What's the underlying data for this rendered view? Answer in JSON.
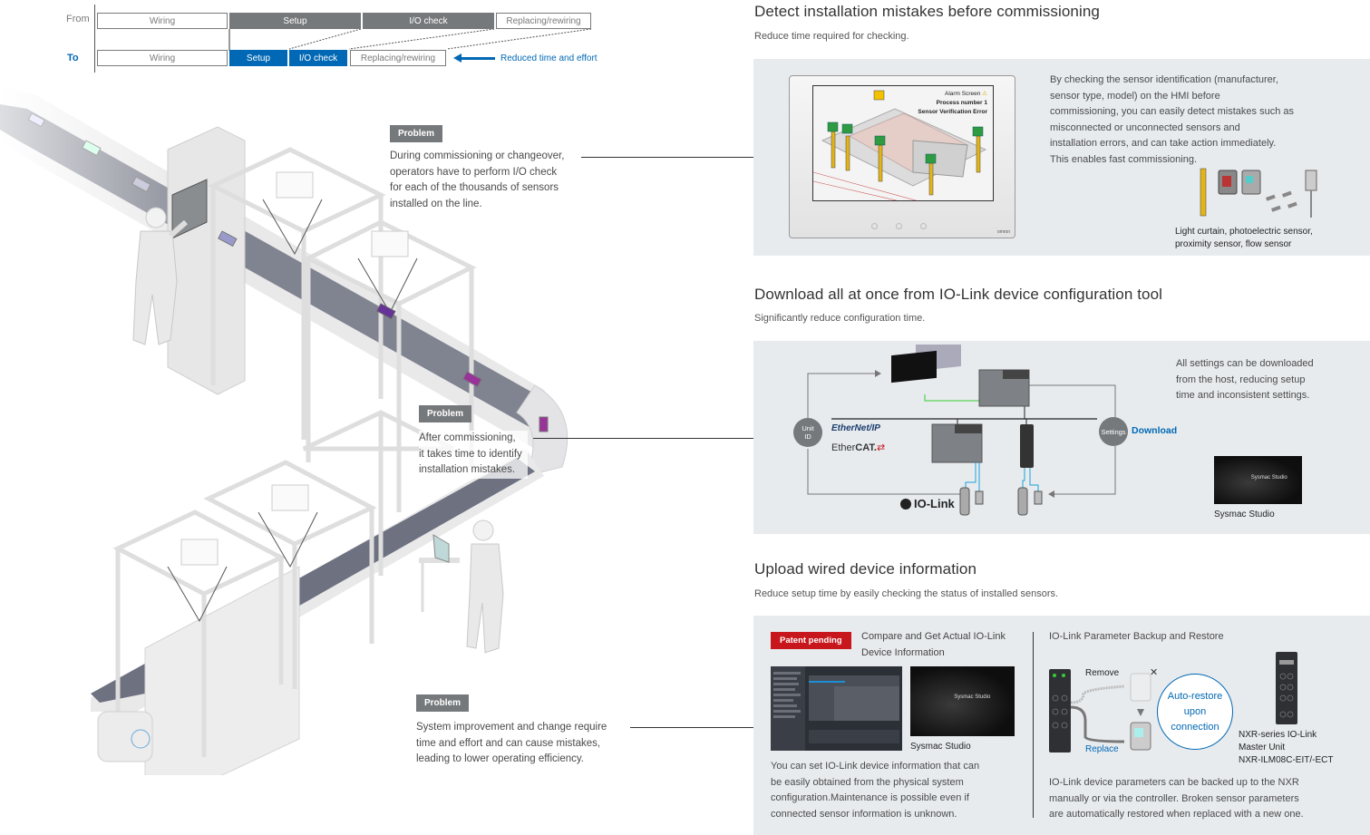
{
  "timeline": {
    "from_label": "From",
    "to_label": "To",
    "from_steps": [
      "Wiring",
      "Setup",
      "I/O check",
      "Replacing/rewiring"
    ],
    "to_steps": [
      "Wiring",
      "Setup",
      "I/O check",
      "Replacing/rewiring"
    ],
    "reduced_label": "Reduced time and effort",
    "colors": {
      "highlight_blue": "#0068b4",
      "grey": "#76797c"
    }
  },
  "problems": [
    {
      "tag": "Problem",
      "text": [
        "During commissioning or changeover,",
        "operators have to perform I/O check",
        "for each of the thousands of sensors",
        "installed on the line."
      ]
    },
    {
      "tag": "Problem",
      "text": [
        "After commissioning,",
        "it takes time to identify",
        "installation mistakes."
      ]
    },
    {
      "tag": "Problem",
      "text": [
        "System improvement and change require",
        "time and effort and can cause mistakes,",
        "leading to lower operating efficiency."
      ]
    }
  ],
  "sections": [
    {
      "title": "Detect installation mistakes before commissioning",
      "subtitle": "Reduce time required for checking.",
      "hmi": {
        "alarm_title": "Alarm Screen",
        "alarm_line1": "Process number 1",
        "alarm_line2": "Sensor Verification Error",
        "brand": "omron"
      },
      "body": [
        "By checking the sensor identification (manufacturer,",
        "sensor type, model) on the HMI before",
        "commissioning, you can easily detect mistakes such as",
        "misconnected or unconnected sensors and",
        "installation errors, and can take action immediately.",
        "This enables fast commissioning."
      ],
      "caption": [
        "Light curtain, photoelectric sensor,",
        "proximity sensor, flow sensor"
      ]
    },
    {
      "title": "Download all at once from IO-Link device configuration tool",
      "subtitle": "Significantly reduce configuration time.",
      "diagram": {
        "unit_id": [
          "Unit",
          "ID"
        ],
        "settings": "Settings",
        "download": "Download",
        "ethernet_ip": "EtherNet/IP",
        "ethercat_prefix": "Ether",
        "ethercat_suffix": "CAT.",
        "iolink": "IO-Link"
      },
      "body": [
        "All settings can be downloaded",
        "from the host, reducing setup",
        "time and inconsistent settings."
      ],
      "caption": "Sysmac Studio",
      "screen_title": "Sysmac Studio"
    },
    {
      "title": "Upload wired device information",
      "subtitle": "Reduce setup time by easily checking the status of installed sensors.",
      "left": {
        "badge": "Patent pending",
        "heading": [
          "Compare and Get Actual IO-Link",
          "Device Information"
        ],
        "caption": "Sysmac Studio",
        "screen_title": "Sysmac Studio",
        "body": [
          "You can set IO-Link device information that can",
          "be easily obtained from the physical system",
          "configuration.Maintenance is possible even if",
          "connected sensor information is unknown."
        ],
        "badge_color": "#c8161d"
      },
      "right": {
        "heading": "IO-Link Parameter Backup and Restore",
        "remove": "Remove",
        "replace": "Replace",
        "auto_restore": [
          "Auto-restore",
          "upon",
          "connection"
        ],
        "unit_caption": [
          "NXR-series IO-Link",
          "Master Unit",
          "NXR-ILM08C-EIT/-ECT"
        ],
        "body": [
          "IO-Link device parameters can be backed up to the NXR",
          "manually or via the controller. Broken sensor parameters",
          "are automatically restored when replaced with a new one."
        ]
      }
    }
  ]
}
